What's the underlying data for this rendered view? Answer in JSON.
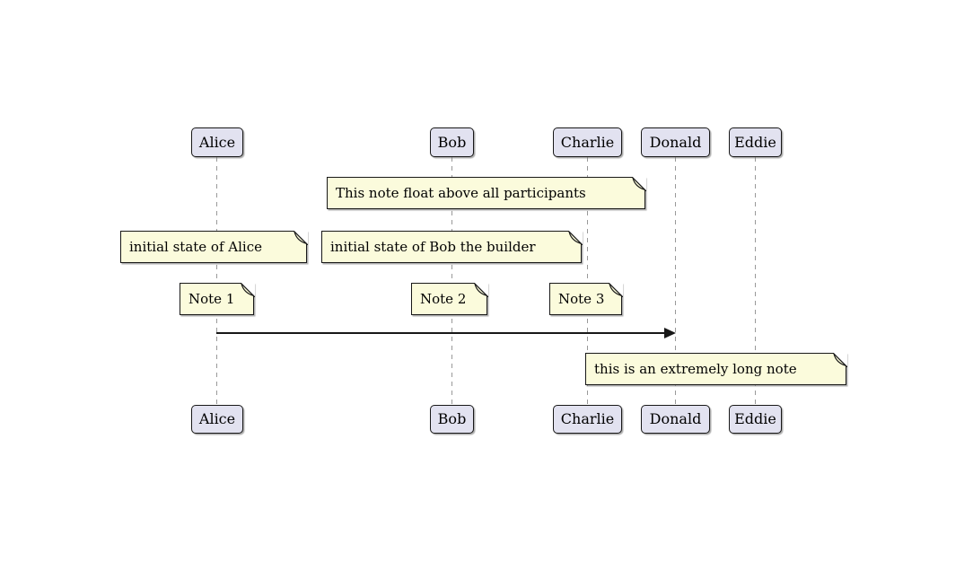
{
  "colors": {
    "page_bg": "#FFFFFF",
    "participant_fill": "#E2E2F0",
    "participant_border": "#181818",
    "note_fill": "#FBFBDC",
    "note_border": "#181818",
    "lifeline_color": "#999999",
    "arrow_color": "#181818",
    "text_color": "#000000"
  },
  "participants": [
    {
      "name": "Alice"
    },
    {
      "name": "Bob"
    },
    {
      "name": "Charlie"
    },
    {
      "name": "Donald"
    },
    {
      "name": "Eddie"
    }
  ],
  "notes": {
    "float_above": {
      "text": "This note float above all participants"
    },
    "alice_initial": {
      "text": "initial state of Alice"
    },
    "bob_initial": {
      "text": "initial state of Bob the builder"
    },
    "note1": {
      "text": "Note 1"
    },
    "note2": {
      "text": "Note 2"
    },
    "note3": {
      "text": "Note 3"
    },
    "long_note": {
      "text": "this is an extremely long note"
    }
  },
  "message": {
    "from": "Alice",
    "to": "Donald",
    "label": ""
  }
}
